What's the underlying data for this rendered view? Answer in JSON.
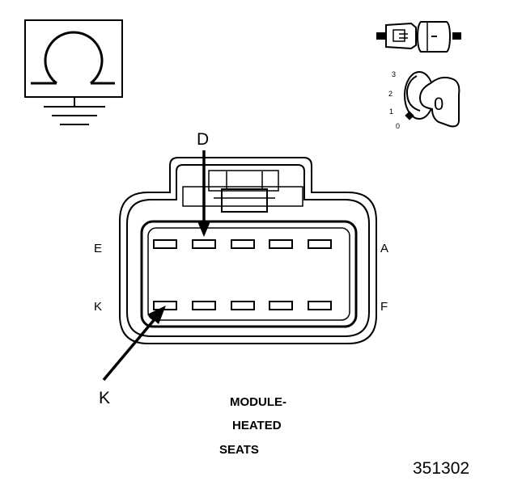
{
  "key_positions": [
    "3",
    "2",
    "1",
    "0"
  ],
  "key_label": "0",
  "connector": {
    "side_labels": {
      "top_left": "E",
      "top_right": "A",
      "bottom_left": "K",
      "bottom_right": "F"
    },
    "callouts": {
      "top": "D",
      "bottom": "K"
    }
  },
  "title_lines": [
    "MODULE-",
    "HEATED",
    "SEATS"
  ],
  "figure_number": "351302"
}
